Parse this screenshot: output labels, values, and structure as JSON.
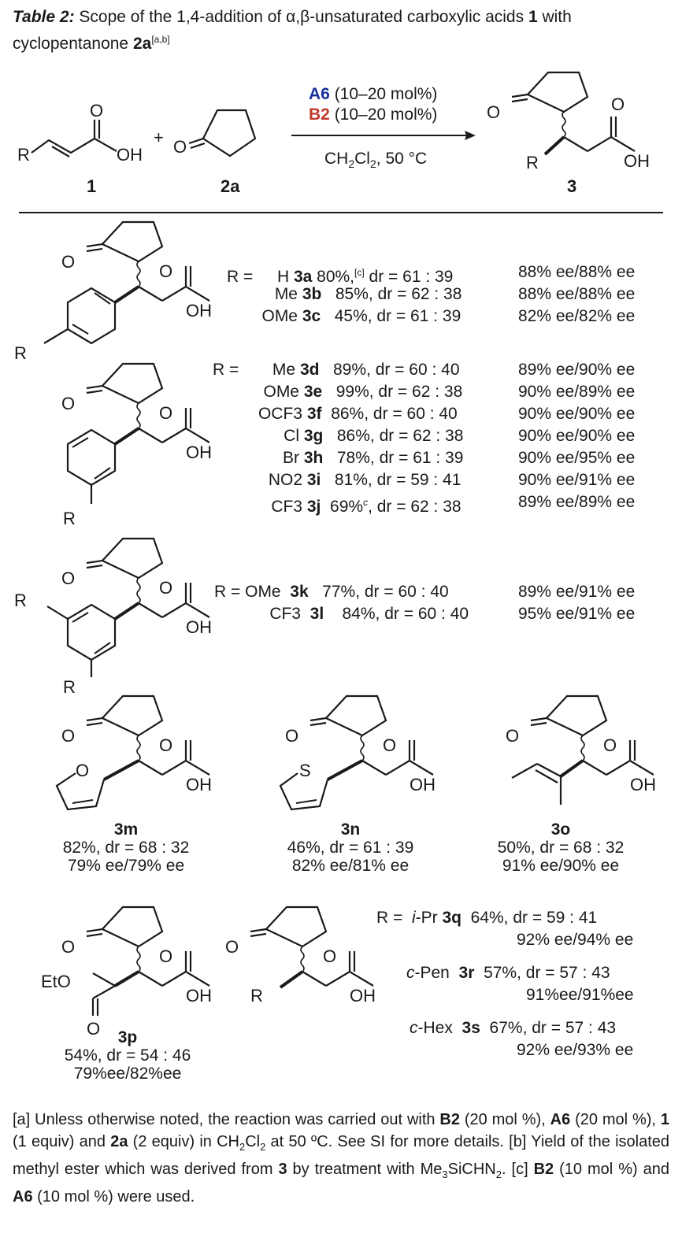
{
  "caption": {
    "label": "Table 2:",
    "text_a": " Scope of the 1,4-addition of α,β-unsaturated carboxylic acids ",
    "cmpd1": "1",
    "text_b": " with cyclopentanone ",
    "cmpd2": "2a",
    "notes": "[a,b]"
  },
  "scheme": {
    "reactant1": "1",
    "reactant2": "2a",
    "product": "3",
    "plus": "+",
    "cat1_name": "A6",
    "cat1_load": " (10–20 mol%)",
    "cat2_name": "B2",
    "cat2_load": " (10–20 mol%)",
    "solvent_a": "CH",
    "solvent_sub1": "2",
    "solvent_b": "Cl",
    "solvent_sub2": "2",
    "solvent_c": ", 50 °C",
    "colors": {
      "cat1": "#1a2f9a",
      "cat2": "#c0392b"
    }
  },
  "atoms": {
    "O": "O",
    "OH": "OH",
    "R": "R",
    "S": "S",
    "EtO": "EtO"
  },
  "group1": [
    {
      "prefix": "R = ",
      "r": "H",
      "cmpd": "3a",
      "yield": "80%,",
      "note": "[c]",
      "dr": " dr = 61 : 39",
      "ee": "88% ee/88% ee"
    },
    {
      "prefix": "",
      "r": "Me",
      "cmpd": "3b",
      "yield": "85%,",
      "note": "",
      "dr": " dr = 62 : 38",
      "ee": "88% ee/88% ee"
    },
    {
      "prefix": "",
      "r": "OMe",
      "cmpd": "3c",
      "yield": "45%,",
      "note": "",
      "dr": " dr = 61 : 39",
      "ee": "82% ee/82% ee"
    }
  ],
  "group2": [
    {
      "prefix": "R = ",
      "r": "Me",
      "cmpd": "3d",
      "yield": "89%,",
      "note": "",
      "dr": " dr = 60 : 40",
      "ee": "89% ee/90% ee"
    },
    {
      "prefix": "",
      "r": "OMe",
      "cmpd": "3e",
      "yield": "99%,",
      "note": "",
      "dr": " dr = 62 : 38",
      "ee": "90% ee/89% ee"
    },
    {
      "prefix": "",
      "r": "OCF3",
      "cmpd": "3f",
      "yield": "86%,",
      "note": "",
      "dr": " dr = 60 : 40",
      "ee": "90% ee/90% ee"
    },
    {
      "prefix": "",
      "r": "Cl",
      "cmpd": "3g",
      "yield": "86%,",
      "note": "",
      "dr": " dr = 62 : 38",
      "ee": "90% ee/90% ee"
    },
    {
      "prefix": "",
      "r": "Br",
      "cmpd": "3h",
      "yield": "78%,",
      "note": "",
      "dr": " dr = 61 : 39",
      "ee": "90% ee/95% ee"
    },
    {
      "prefix": "",
      "r": "NO2",
      "cmpd": "3i",
      "yield": "81%,",
      "note": "",
      "dr": " dr = 59 : 41",
      "ee": "90% ee/91% ee"
    },
    {
      "prefix": "",
      "r": "CF3",
      "cmpd": "3j",
      "yield": "69%",
      "note": "c",
      "dr": ", dr = 62 : 38",
      "ee": "89% ee/89% ee"
    }
  ],
  "group3": [
    {
      "prefix": "R = ",
      "r": "OMe",
      "cmpd": "3k",
      "yield": "77%,",
      "note": "",
      "dr": " dr = 60 : 40",
      "ee": "89% ee/91% ee"
    },
    {
      "prefix": "",
      "r": "CF3",
      "cmpd": "3l",
      "yield": "84%,",
      "note": "",
      "dr": " dr = 60 : 40",
      "ee": "95% ee/91% ee"
    }
  ],
  "hetero": [
    {
      "cmpd": "3m",
      "yield_dr": "82%, dr = 68 : 32",
      "ee": "79% ee/79% ee"
    },
    {
      "cmpd": "3n",
      "yield_dr": "46%, dr = 61 : 39",
      "ee": "82% ee/81% ee"
    },
    {
      "cmpd": "3o",
      "yield_dr": "50%, dr = 68 : 32",
      "ee": "91% ee/90% ee"
    }
  ],
  "ester": {
    "cmpd": "3p",
    "yield_dr": "54%, dr = 54 : 46",
    "ee": "79%ee/82%ee"
  },
  "alkyl": [
    {
      "prefix": "R = ",
      "r_italic": "i",
      "r_rest": "-Pr",
      "cmpd": "3q",
      "yield_dr": "64%, dr = 59 : 41",
      "ee": "92% ee/94% ee"
    },
    {
      "prefix": "",
      "r_italic": "c",
      "r_rest": "-Pen",
      "cmpd": "3r",
      "yield_dr": "57%, dr = 57 : 43",
      "ee": "91%ee/91%ee"
    },
    {
      "prefix": "",
      "r_italic": "c",
      "r_rest": "-Hex",
      "cmpd": "3s",
      "yield_dr": "67%, dr = 57 : 43",
      "ee": "92% ee/93% ee"
    }
  ],
  "footnote": {
    "a_tag": "[a]",
    "a_text1": " Unless otherwise noted, the reaction was carried out with ",
    "b2": "B2",
    "a_text2": " (20 mol %), ",
    "a6": "A6",
    "a_text3": " (20 mol %), ",
    "c1": "1",
    "a_text4": " (1 equiv) and ",
    "c2a": "2a",
    "a_text5": " (2 equiv) in CH",
    "sub2": "2",
    "a_text6": "Cl",
    "a_text7": " at 50 ºC.  See SI for more details.  ",
    "b_tag": "[b]",
    "b_text1": " Yield of the isolated methyl ester which was derived from ",
    "c3": "3",
    "b_text2": " by treatment with Me",
    "sub3": "3",
    "b_text3": "SiCHN",
    "b_text4": ".  ",
    "c_tag": "[c]",
    "c_text1": " ",
    "c_text2": " (10 mol %) and ",
    "c_text3": " (10 mol %) were used."
  }
}
